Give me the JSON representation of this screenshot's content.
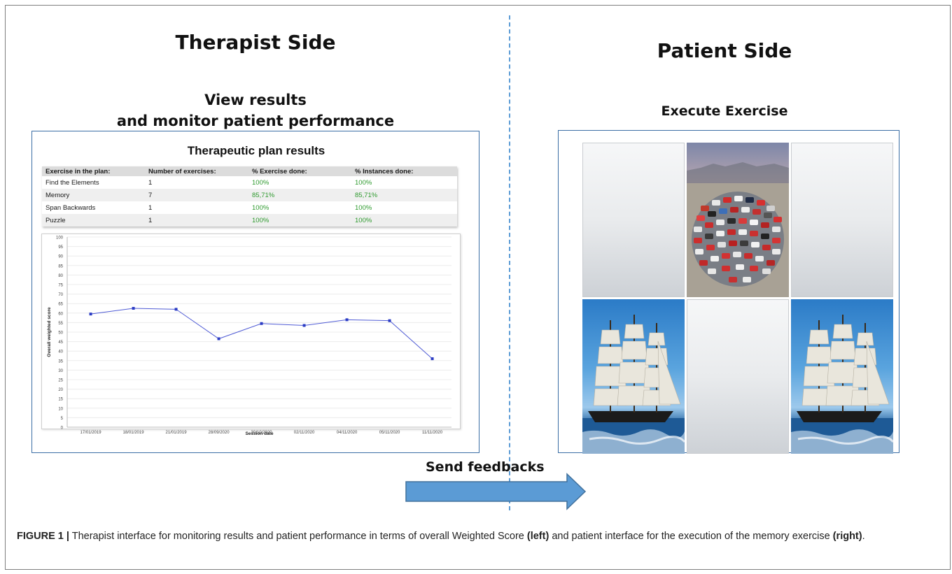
{
  "therapist": {
    "heading": "Therapist Side",
    "sub_line1": "View  results",
    "sub_line2": "and monitor patient performance",
    "plan_title": "Therapeutic plan results",
    "table": {
      "headers": [
        "Exercise in the plan:",
        "Number of exercises:",
        "% Exercise done:",
        "% Instances done:"
      ],
      "rows": [
        [
          "Find the Elements",
          "1",
          "100%",
          "100%"
        ],
        [
          "Memory",
          "7",
          "85,71%",
          "85,71%"
        ],
        [
          "Span Backwards",
          "1",
          "100%",
          "100%"
        ],
        [
          "Puzzle",
          "1",
          "100%",
          "100%"
        ]
      ]
    }
  },
  "chart_data": {
    "type": "line",
    "xlabel": "Session date",
    "ylabel": "Overall weighted score",
    "ylim": [
      0,
      100
    ],
    "yticks": [
      0,
      5,
      10,
      15,
      20,
      25,
      30,
      35,
      40,
      45,
      50,
      55,
      60,
      65,
      70,
      75,
      80,
      85,
      90,
      95,
      100
    ],
    "categories": [
      "17/01/2019",
      "18/01/2019",
      "21/01/2019",
      "28/09/2020",
      "30/10/2020",
      "02/11/2020",
      "04/11/2020",
      "05/11/2020",
      "11/11/2020"
    ],
    "values": [
      59.5,
      62.5,
      62,
      46.5,
      54.5,
      53.5,
      56.5,
      56,
      36
    ],
    "grid": true,
    "line_color": "#4f5bd5"
  },
  "patient": {
    "heading": "Patient Side",
    "subheading": "Execute Exercise"
  },
  "feedback": {
    "label": "Send feedbacks",
    "arrow_color": "#5b9bd5"
  },
  "caption": {
    "figure_label": "FIGURE 1 |",
    "text_1": " Therapist interface for monitoring results and patient performance in terms of overall Weighted Score ",
    "bold_1": "(left)",
    "text_2": " and patient interface for the execution of the memory exercise ",
    "bold_2": "(right)",
    "text_3": "."
  }
}
